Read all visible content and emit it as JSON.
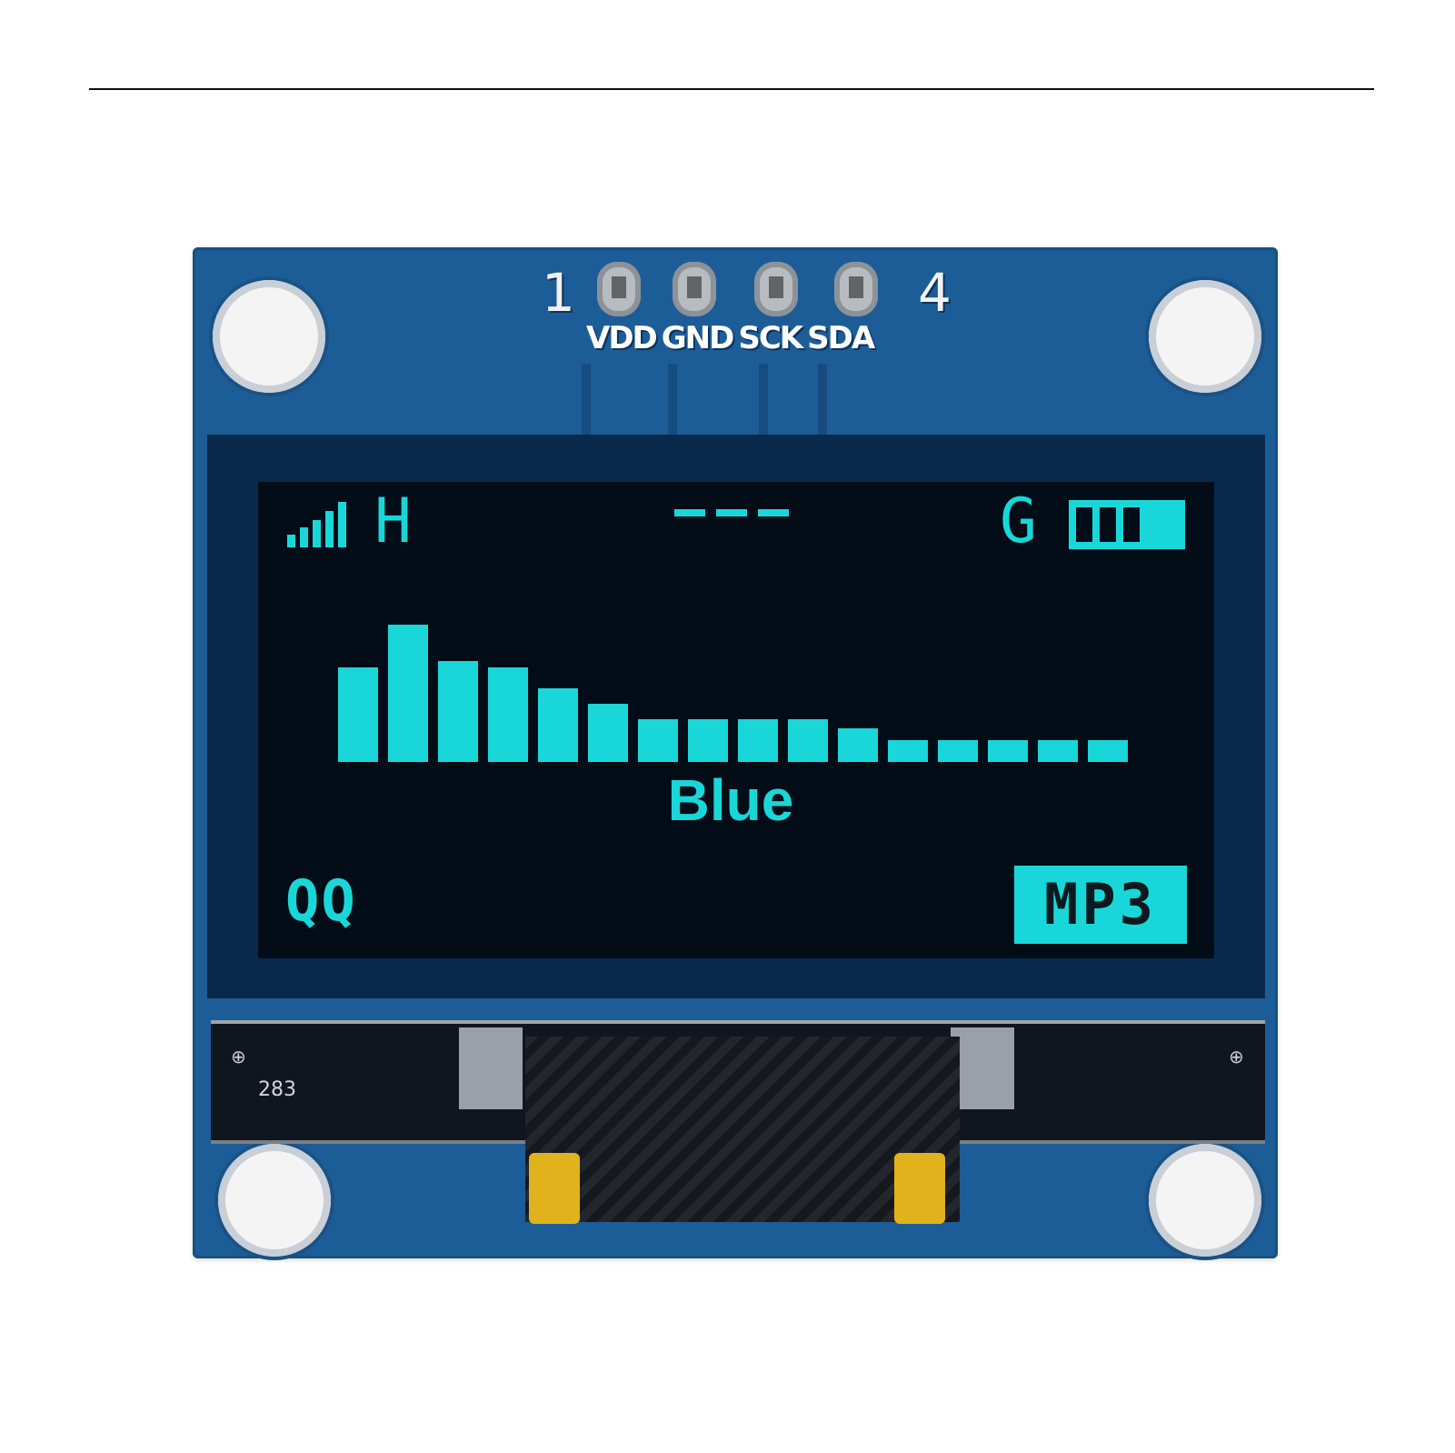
{
  "pins": {
    "first_number": "1",
    "last_number": "4",
    "labels": [
      "VDD",
      "GND",
      "SCK",
      "SDA"
    ]
  },
  "display": {
    "status_left": "H",
    "status_right": "G",
    "center_word": "Blue",
    "bottom_left": "QQ",
    "bottom_right": "MP3",
    "signal_level": 5,
    "battery_cells": 3,
    "spectrum_levels": [
      0.62,
      0.9,
      0.66,
      0.62,
      0.48,
      0.38,
      0.28,
      0.28,
      0.28,
      0.28,
      0.22,
      0.14,
      0.14,
      0.14,
      0.14,
      0.14
    ]
  },
  "silkscreen": {
    "code": "283"
  },
  "colors": {
    "pcb": "#1d5d97",
    "oled_text": "#19d7d8",
    "screen_background": "#020d17"
  }
}
